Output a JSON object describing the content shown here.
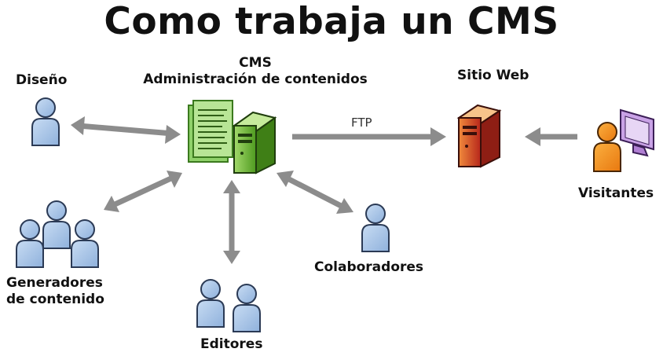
{
  "title": "Como trabaja un CMS",
  "nodes": {
    "cms_line1": "CMS",
    "cms_line2": "Administración de contenidos",
    "diseno": "Diseño",
    "sitio_web": "Sitio Web",
    "visitantes": "Visitantes",
    "generadores_line1": "Generadores",
    "generadores_line2": "de contenido",
    "editores": "Editores",
    "colaboradores": "Colaboradores"
  },
  "edges": {
    "ftp": "FTP"
  },
  "colors": {
    "person_blue": "#a7c4e6",
    "person_orange": "#f7941d",
    "server_green": "#7cc243",
    "server_red": "#d9492b",
    "arrow_gray": "#8c8c8c",
    "monitor_purple": "#b07fd3"
  },
  "icons": [
    "person-icon",
    "server-icon",
    "document-icon",
    "monitor-icon"
  ]
}
